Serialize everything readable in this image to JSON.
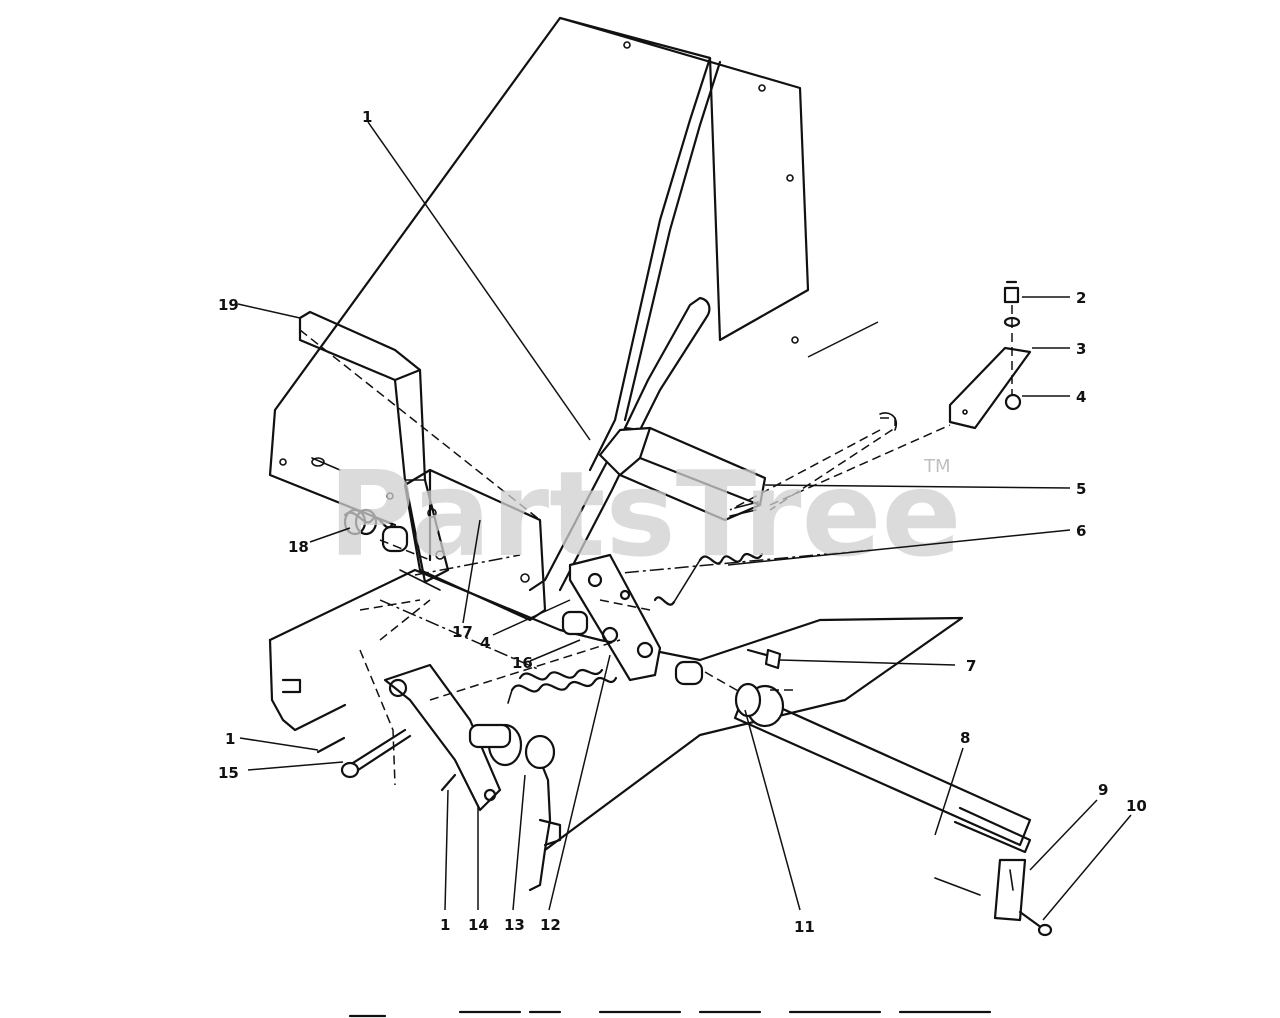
{
  "watermark": {
    "text": "PartsTree",
    "trademark": "TM"
  },
  "callouts": [
    {
      "id": "c1-top",
      "label": "1"
    },
    {
      "id": "c19",
      "label": "19"
    },
    {
      "id": "c2",
      "label": "2"
    },
    {
      "id": "c3",
      "label": "3"
    },
    {
      "id": "c4-right",
      "label": "4"
    },
    {
      "id": "c5",
      "label": "5"
    },
    {
      "id": "c6",
      "label": "6"
    },
    {
      "id": "c18",
      "label": "18"
    },
    {
      "id": "c17",
      "label": "17"
    },
    {
      "id": "c4-mid",
      "label": "4"
    },
    {
      "id": "c16",
      "label": "16"
    },
    {
      "id": "c7",
      "label": "7"
    },
    {
      "id": "c1-left",
      "label": "1"
    },
    {
      "id": "c15",
      "label": "15"
    },
    {
      "id": "c8",
      "label": "8"
    },
    {
      "id": "c9",
      "label": "9"
    },
    {
      "id": "c10",
      "label": "10"
    },
    {
      "id": "c1-bottom",
      "label": "1"
    },
    {
      "id": "c14",
      "label": "14"
    },
    {
      "id": "c13",
      "label": "13"
    },
    {
      "id": "c12",
      "label": "12"
    },
    {
      "id": "c11",
      "label": "11"
    }
  ]
}
